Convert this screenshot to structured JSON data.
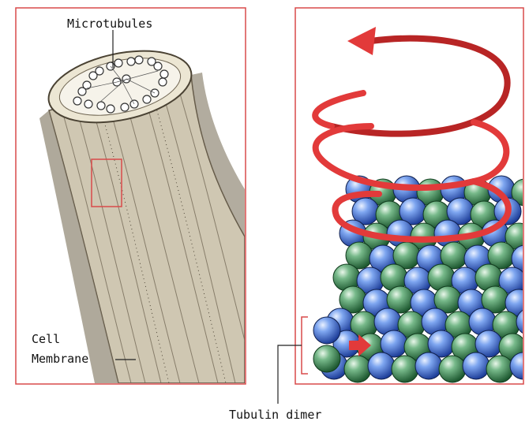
{
  "labels": {
    "microtubules": "Microtubules",
    "cell": "Cell",
    "membrane": "Membrane",
    "tubulin_dimer": "Tubulin dimer"
  },
  "colors": {
    "panel_border": "#d94a4a",
    "membrane_fill": "#cfc7b2",
    "membrane_stroke": "#5b5141",
    "arrow_red": "#e23a3a",
    "tubulin_blue": "#3f6fd1",
    "tubulin_green": "#3f8f55"
  },
  "icons": {
    "rotation_arrow": "spiral-red-arrow",
    "insert_arrow": "red-right-arrow"
  }
}
